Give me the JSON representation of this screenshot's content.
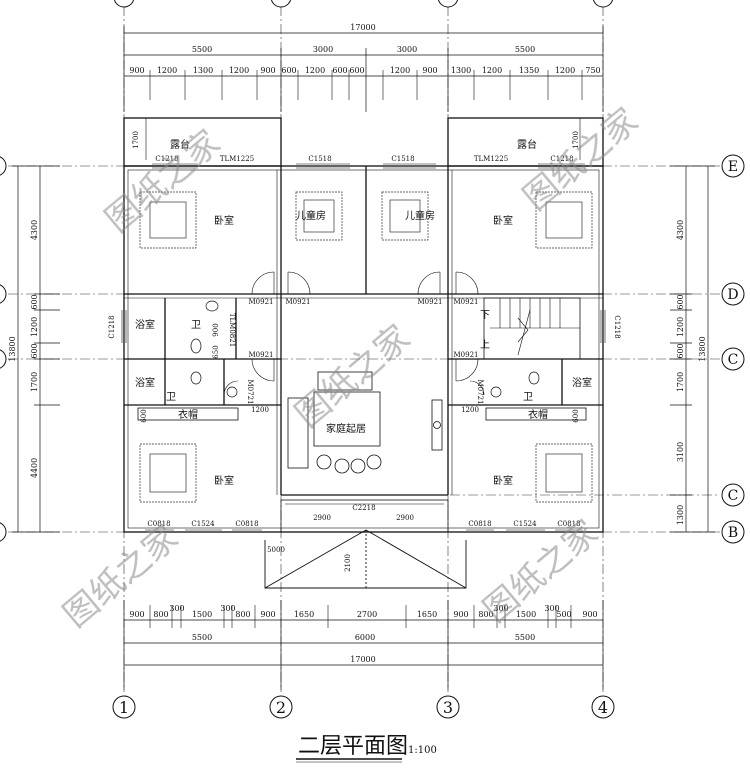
{
  "drawing": {
    "title": "二层平面图",
    "scale": "1:100",
    "watermark": "图纸之家"
  },
  "axes": {
    "vertical": [
      "1",
      "2",
      "3",
      "4"
    ],
    "horizontal": [
      "E",
      "D",
      "C",
      "C",
      "B"
    ]
  },
  "dimensions": {
    "top_total": "17000",
    "top_mid": [
      "5500",
      "3000",
      "3000",
      "5500"
    ],
    "top_detail": [
      "900",
      "1200",
      "1300",
      "1200",
      "900",
      "600",
      "1200",
      "600",
      "600",
      "1200",
      "900",
      "1300",
      "1200",
      "1350",
      "1200",
      "750"
    ],
    "bottom_detail": [
      "900",
      "800",
      "300",
      "1500",
      "300",
      "800",
      "900",
      "1650",
      "2700",
      "1650",
      "900",
      "800",
      "300",
      "1500",
      "300",
      "500",
      "900"
    ],
    "bottom_mid": [
      "5500",
      "6000",
      "5500"
    ],
    "bottom_total": "17000",
    "left_total": "13800",
    "left_parts": [
      "4300",
      "600",
      "1200",
      "600",
      "1700",
      "4400"
    ],
    "right_total": "13800",
    "right_parts": [
      "4300",
      "600",
      "1200",
      "600",
      "1700",
      "3100",
      "1300"
    ],
    "inner": {
      "porch_depth": "2100",
      "porch_width": "5000",
      "balcony_left": "2900",
      "balcony_right": "2900",
      "closet_left": "1200",
      "closet_right": "1200",
      "closet_depth_l": "600",
      "closet_depth_r": "600",
      "terrace_depth_l": "1700",
      "terrace_depth_r": "1700",
      "toilet_w": "650",
      "toilet_h": "900"
    }
  },
  "rooms": {
    "bedroom": "卧室",
    "kids_room": "儿童房",
    "bath": "浴室",
    "wc": "卫",
    "wardrobe": "衣帽",
    "family_hall": "家庭起居",
    "terrace": "露台",
    "stair_down": "下",
    "stair_up": "上"
  },
  "openings": {
    "c1218": "C1218",
    "c1518": "C1518",
    "tlm1225": "TLM1225",
    "tlm0821": "TLM0821",
    "m0921": "M0921",
    "m0721": "M0721",
    "c0818": "C0818",
    "c1524": "C1524",
    "c2218": "C2218"
  }
}
